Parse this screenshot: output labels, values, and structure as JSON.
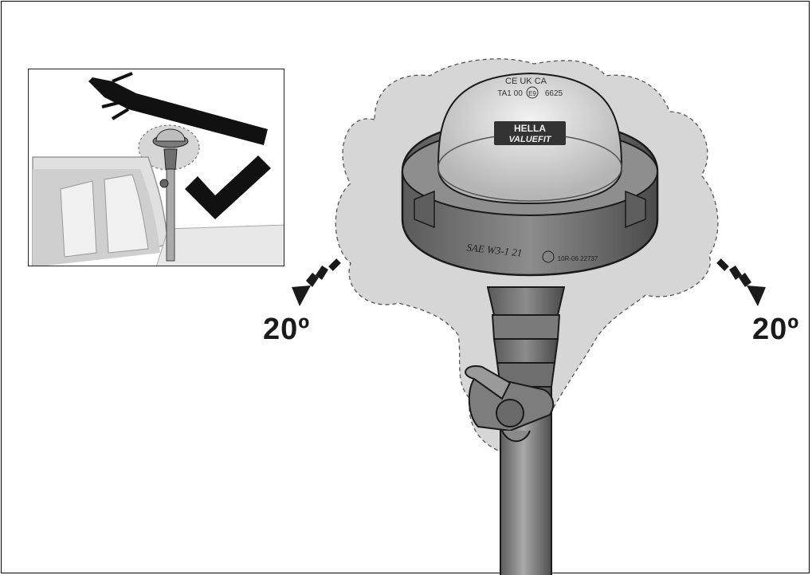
{
  "angles": {
    "left": "20º",
    "right": "20º"
  },
  "icons": {
    "inset_check": "checkmark-icon",
    "tilt_left": "tilt-arrow-left-icon",
    "tilt_right": "tilt-arrow-right-icon"
  },
  "beacon_markings": {
    "top_cert_line1": "CE UK CA",
    "top_cert_line2_a": "TA1 00",
    "top_cert_line2_e": "E9",
    "top_cert_line2_b": "6625",
    "brand_line1": "HELLA",
    "brand_line2": "VALUEFIT",
    "base_text": "SAE W3-1 21",
    "base_approval": "10R-06 22737"
  },
  "colors": {
    "outline": "#1a1a1a",
    "body_dark": "#6e6e6e",
    "body_mid": "#9a9a9a",
    "halo": "#d9d9d9",
    "lens": "#cfcfcf"
  }
}
